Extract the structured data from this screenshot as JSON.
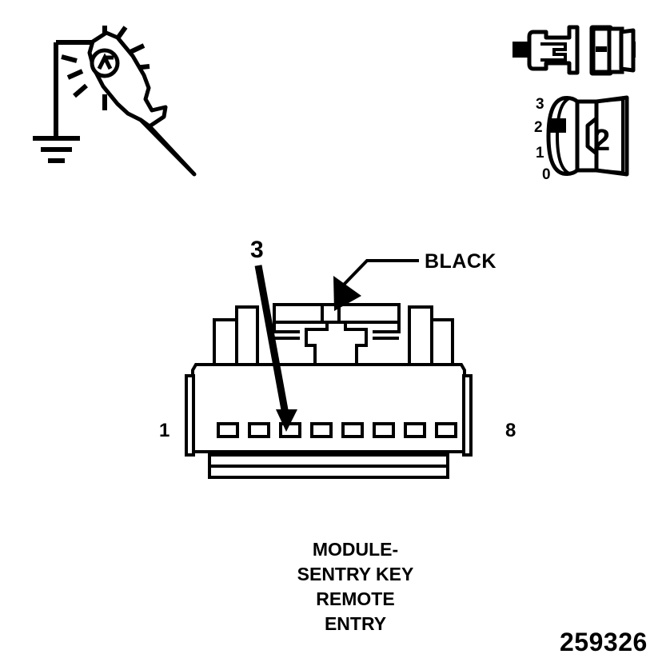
{
  "figure": {
    "id_number": "259326",
    "caption_lines": [
      "MODULE-",
      "SENTRY KEY",
      "REMOTE",
      "ENTRY"
    ]
  },
  "test_light": {
    "icon": "test-light-probe-icon",
    "ground_icon": "ground-symbol-icon",
    "glow_icon": "light-rays-icon"
  },
  "connector_pair": {
    "icon": "disconnected-connector-pair-icon",
    "male_half": "male-connector-half",
    "female_half": "female-connector-half"
  },
  "cavity_dial": {
    "selected_value": "2",
    "ticks": [
      "3",
      "2",
      "1",
      "0"
    ],
    "marker_icon": "cavity-marker-icon"
  },
  "connector": {
    "name": "module-sentry-key-remote-entry-connector",
    "first_pin_label": "1",
    "last_pin_label": "8",
    "pin_count": 8,
    "callout_pin_number": "3",
    "wire_color_label": "BLACK"
  },
  "colors": {
    "line": "#000000",
    "background": "#ffffff"
  }
}
